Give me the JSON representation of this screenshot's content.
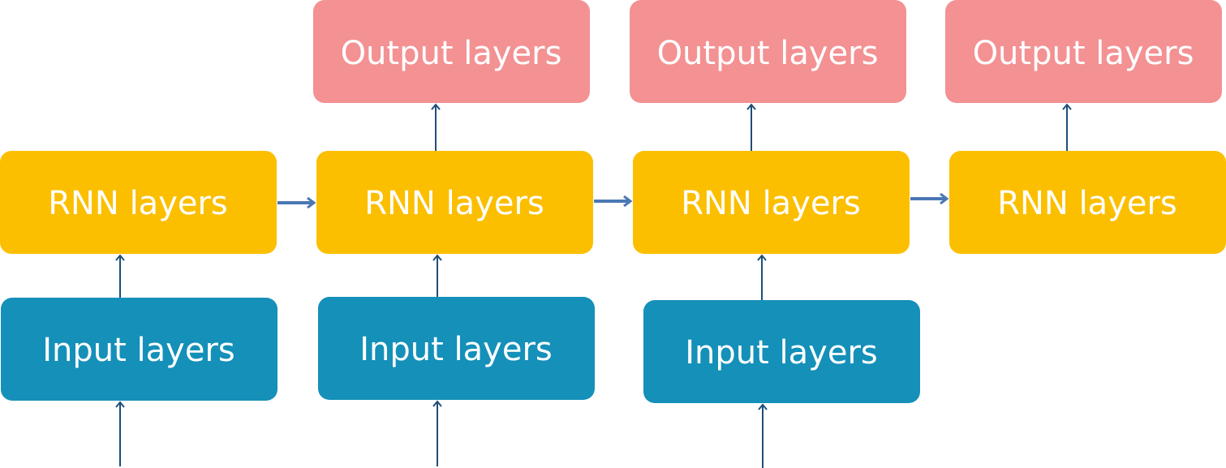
{
  "colors": {
    "output": "#f39193",
    "rnn": "#fbbf00",
    "input": "#1490b9",
    "vertical_arrow": "#1f4e79",
    "horizontal_arrow": "#4a78b5",
    "text": "#ffffff"
  },
  "columns": [
    {
      "output": "",
      "rnn": "RNN layers",
      "input": "Input layers"
    },
    {
      "output": "Output layers",
      "rnn": "RNN layers",
      "input": "Input layers"
    },
    {
      "output": "Output layers",
      "rnn": "RNN layers",
      "input": "Input layers"
    },
    {
      "output": "Output layers",
      "rnn": "RNN layers",
      "input": ""
    }
  ]
}
